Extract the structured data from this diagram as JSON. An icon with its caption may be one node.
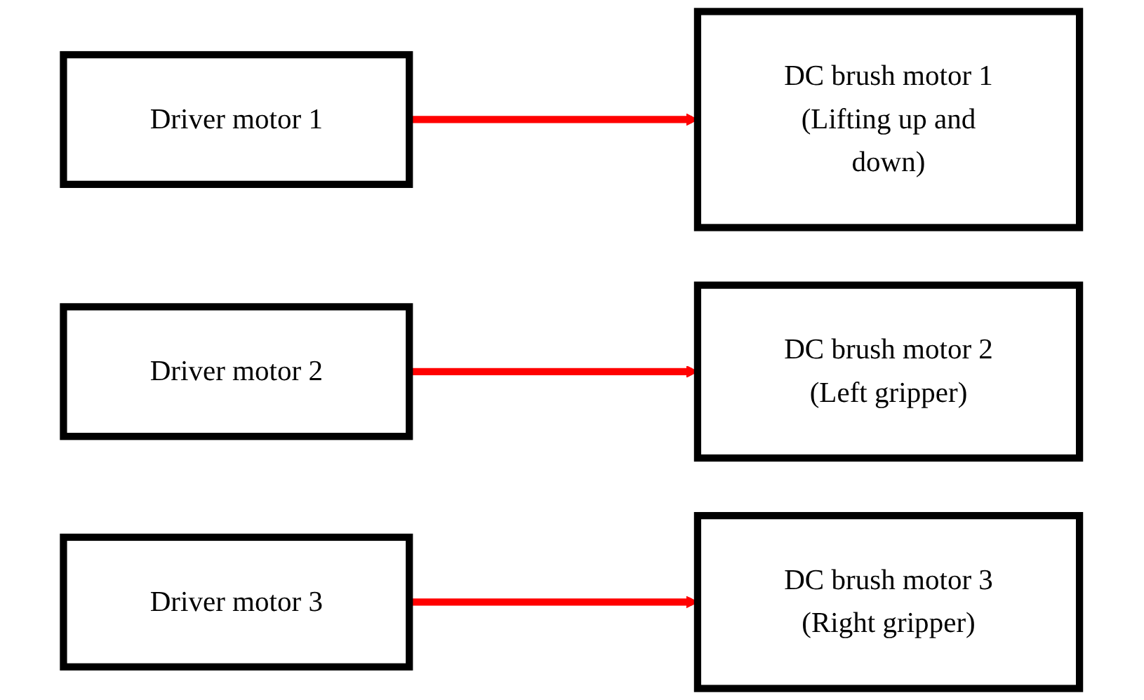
{
  "diagram": {
    "nodes": [
      {
        "text": [
          "Driver motor 1"
        ]
      },
      {
        "text": [
          "DC brush motor 1 (Lifting up and down)"
        ]
      },
      {
        "text": [
          "Driver motor 2"
        ]
      },
      {
        "text": [
          "DC brush motor 2 (Left gripper)"
        ]
      },
      {
        "text": [
          "Driver motor 3"
        ]
      },
      {
        "text": [
          "DC brush motor 3 (Right gripper)"
        ]
      }
    ],
    "edges": [
      {
        "from": 0,
        "to": 1,
        "arrow": "to",
        "color": "#ff0000"
      },
      {
        "from": 2,
        "to": 3,
        "arrow": "to",
        "color": "#ff0000"
      },
      {
        "from": 4,
        "to": 5,
        "arrow": "to",
        "color": "#ff0000"
      }
    ]
  }
}
